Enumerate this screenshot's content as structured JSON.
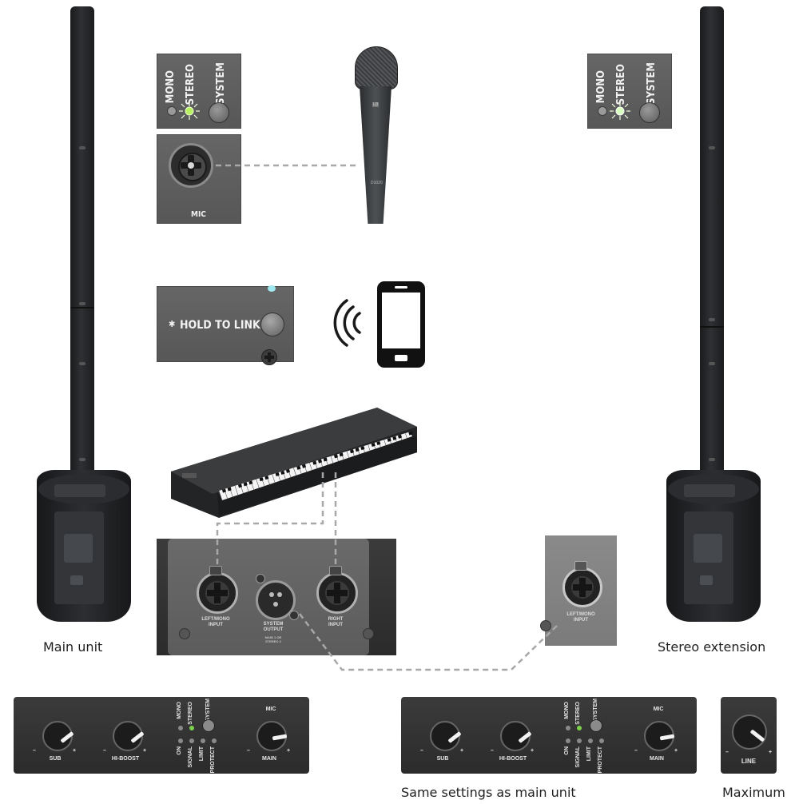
{
  "captions": {
    "main_unit": "Main unit",
    "stereo_extension": "Stereo extension",
    "same_settings": "Same settings as main unit",
    "maximum": "Maximum"
  },
  "mode_panel": {
    "mono": "MONO",
    "stereo": "STEREO",
    "system": "SYSTEM"
  },
  "mic_panel": {
    "label": "MIC"
  },
  "bluetooth_panel": {
    "label": "HOLD TO LINK",
    "symbol": "✱"
  },
  "rear_panel": {
    "left_input": [
      "LEFT/MONO",
      "INPUT"
    ],
    "system_output": [
      "SYSTEM",
      "OUTPUT"
    ],
    "system_output_note": [
      "MAIN 1 OR",
      "STEREO 2"
    ],
    "right_input": [
      "RIGHT",
      "INPUT"
    ]
  },
  "extension_input": [
    "LEFT/MONO",
    "INPUT"
  ],
  "control_strip": {
    "sub": "SUB",
    "hi_boost": "HI-BOOST",
    "main": "MAIN",
    "mic": "MIC",
    "mono": "MONO",
    "stereo": "STEREO",
    "system": "SYSTEM",
    "on": "ON",
    "signal": "SIGNAL",
    "limit": "LIMIT",
    "protect": "PROTECT",
    "minus": "–",
    "plus": "+"
  },
  "line_knob": {
    "label": "LINE",
    "minus": "–",
    "plus": "+"
  },
  "microphone": {
    "badge": "LD",
    "model": "D1020"
  },
  "colors": {
    "led_green": "#b8f060",
    "panel_gray": "#5e5e5e",
    "speaker_black": "#1e2022",
    "dash": "#a8a8a8"
  }
}
